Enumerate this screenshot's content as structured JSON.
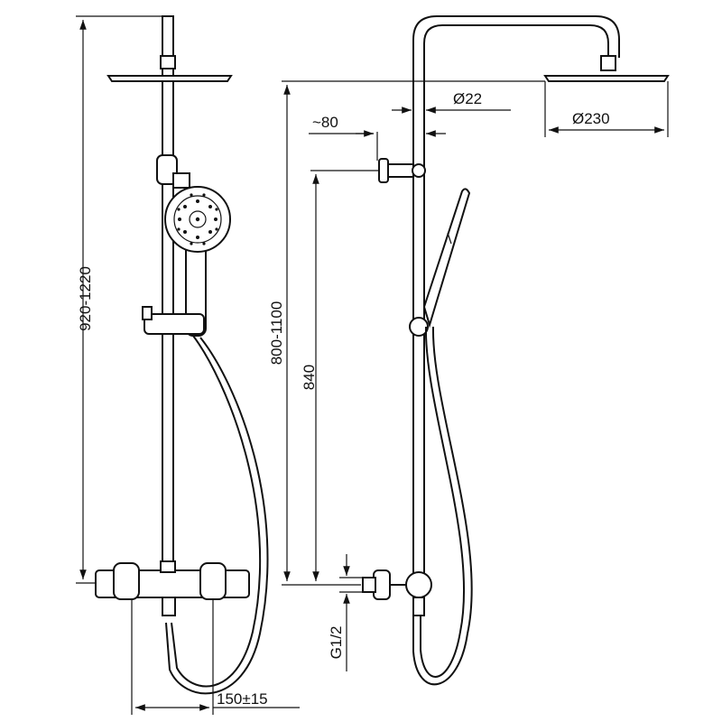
{
  "dimensions": {
    "front_height": "920-1220",
    "side_height": "800-1100",
    "hand_rail_height": "840",
    "pipe_diameter": "Ø22",
    "arm_offset": "~80",
    "head_diameter": "Ø230",
    "inlet_thread": "G1/2",
    "inlet_spacing": "150±15"
  }
}
